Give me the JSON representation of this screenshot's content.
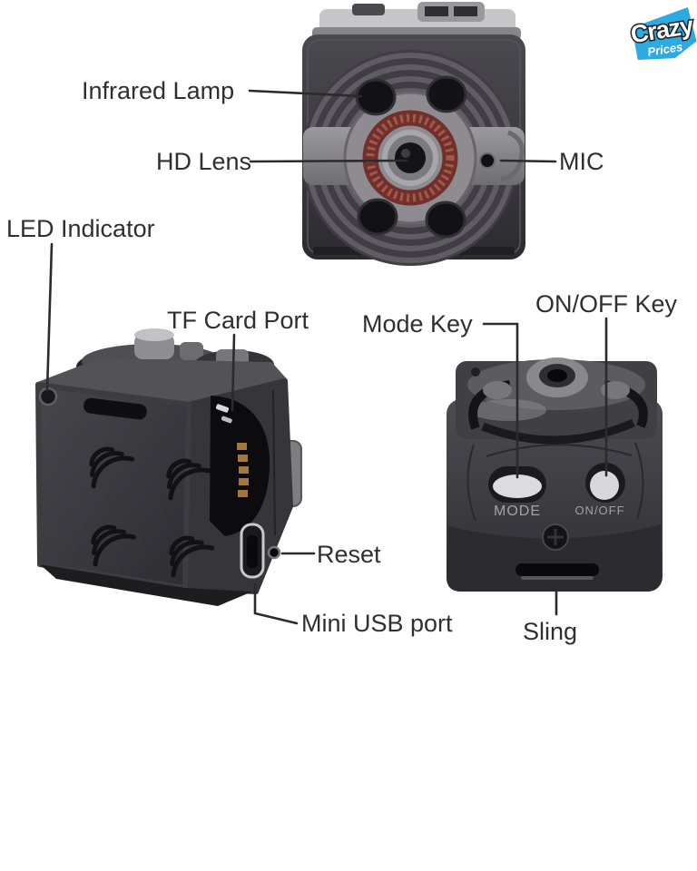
{
  "logo": {
    "line1": "Crazy",
    "line2": "Prices"
  },
  "annotations": {
    "infrared_lamp": "Infrared Lamp",
    "hd_lens": "HD Lens",
    "mic": "MIC",
    "led_indicator": "LED Indicator",
    "tf_card_port": "TF Card Port",
    "mode_key": "Mode Key",
    "on_off_key": "ON/OFF Key",
    "reset": "Reset",
    "mini_usb_port": "Mini USB port",
    "sling": "Sling"
  },
  "device_markings": {
    "mode_button": "MODE",
    "power_button": "ON/OFF"
  },
  "colors": {
    "background": "#ffffff",
    "label_text": "#2f2f31",
    "logo_blue": "#2fa9e1",
    "body_gray": "#3a393e",
    "lens_ring_red": "#71302c",
    "button_light": "#d9d9db"
  }
}
